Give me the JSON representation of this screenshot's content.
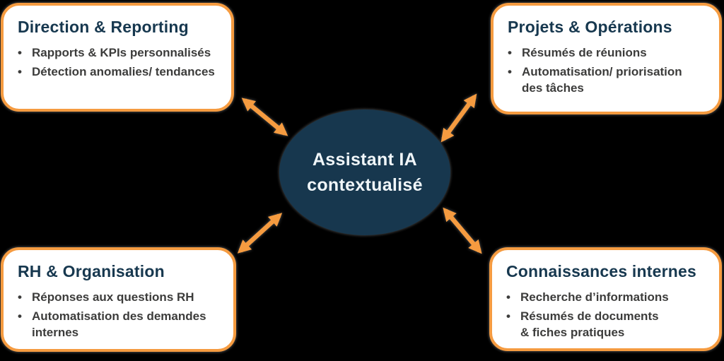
{
  "background_color": "#000000",
  "colors": {
    "accent_orange": "#F59B40",
    "node_navy": "#17374E",
    "title_navy": "#17384F",
    "body_text": "#3C3C3B",
    "card_background": "#FFFFFF",
    "center_text": "#F0F6F9"
  },
  "center": {
    "label": "Assistant IA\ncontextualisé"
  },
  "cards": [
    {
      "id": "direction-reporting",
      "title": "Direction & Reporting",
      "bullets": [
        "Rapports & KPIs personnalisés",
        "Détection anomalies/ tendances"
      ]
    },
    {
      "id": "projets-operations",
      "title": "Projets & Opérations",
      "bullets": [
        "Résumés de réunions",
        "Automatisation/ priorisation\ndes tâches"
      ]
    },
    {
      "id": "rh-organisation",
      "title": "RH & Organisation",
      "bullets": [
        "Réponses aux questions RH",
        "Automatisation des demandes\ninternes"
      ]
    },
    {
      "id": "connaissances-internes",
      "title": "Connaissances internes",
      "bullets": [
        "Recherche d’informations",
        "Résumés de documents\n& fiches pratiques"
      ]
    }
  ]
}
